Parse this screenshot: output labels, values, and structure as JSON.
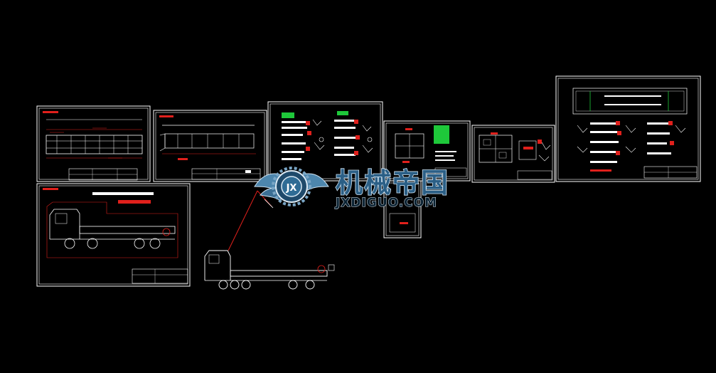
{
  "viewport": {
    "background": "#000000"
  },
  "colors": {
    "line": "#ffffff",
    "accent": "#e0201c",
    "green": "#1ec83a"
  },
  "watermark": {
    "logo_icon": "gear-wings-jx-logo",
    "title_cn": "机械帝国",
    "domain": "JXDIGUO.COM"
  },
  "sheets": [
    {
      "name": "frame-plan"
    },
    {
      "name": "frame-side"
    },
    {
      "name": "parts-detail-a"
    },
    {
      "name": "parts-detail-b"
    },
    {
      "name": "crossbeam-detail"
    },
    {
      "name": "parts-detail-c"
    },
    {
      "name": "general-layout"
    },
    {
      "name": "truck-model"
    }
  ]
}
